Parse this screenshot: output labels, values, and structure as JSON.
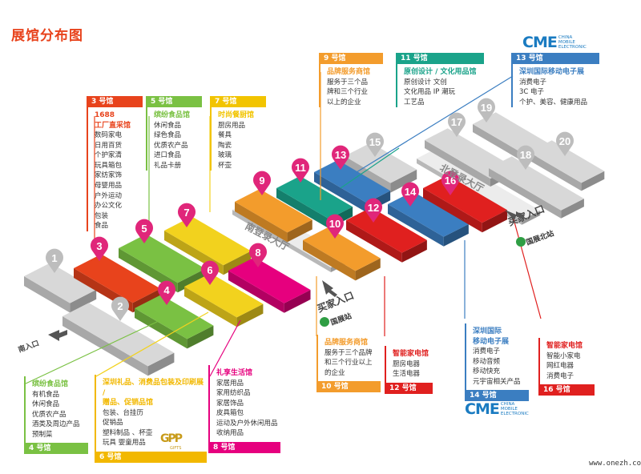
{
  "title": "展馆分布图",
  "watermark": "www.onezh.com",
  "logo_top": {
    "big": "CME",
    "small": [
      "CHINA",
      "MOBILE",
      "ELECTRONIC"
    ]
  },
  "logo_bottom": {
    "big": "CME",
    "small": [
      "CHINA",
      "MOBILE",
      "ELECTRONIC"
    ]
  },
  "logo_gift": {
    "letters": "GPP",
    "small": "GIFTS"
  },
  "colors": {
    "grey": "#d8d8d8",
    "red": "#e8431c",
    "green": "#7ac143",
    "yellow": "#f2d21e",
    "orange": "#f39c2c",
    "magenta": "#e6007e",
    "teal": "#1aa38a",
    "blue": "#3b7ec1",
    "crimson": "#e0201f",
    "pin": "#e0267a"
  },
  "entrances": {
    "south": "南入口",
    "central": "买家入口",
    "central_station": "国展站",
    "north": "买家入口",
    "north_station": "国展北站"
  },
  "halls_labels": {
    "south_hall": "南登录大厅",
    "north_hall": "北登录大厅"
  },
  "halls": [
    {
      "number": "1"
    },
    {
      "number": "2"
    },
    {
      "number": "3"
    },
    {
      "number": "4"
    },
    {
      "number": "5"
    },
    {
      "number": "6"
    },
    {
      "number": "7"
    },
    {
      "number": "8"
    },
    {
      "number": "9"
    },
    {
      "number": "10"
    },
    {
      "number": "11"
    },
    {
      "number": "12"
    },
    {
      "number": "13"
    },
    {
      "number": "14"
    },
    {
      "number": "15"
    },
    {
      "number": "16"
    },
    {
      "number": "17"
    },
    {
      "number": "18"
    },
    {
      "number": "19"
    },
    {
      "number": "20"
    }
  ],
  "cards": [
    {
      "id": "h3",
      "tag": "3 号馆",
      "color": "#e8431c",
      "title": [
        "1688",
        "工厂直采馆"
      ],
      "items": [
        "数码家电",
        "日用百货",
        "个护家清",
        "玩具箱包",
        "家纺家饰",
        "母婴用品",
        "户外运动",
        "办公文化",
        "包装",
        "食品"
      ]
    },
    {
      "id": "h5",
      "tag": "5 号馆",
      "color": "#7ac143",
      "title": [
        "缤纷食品馆"
      ],
      "items": [
        "休闲食品",
        "绿色食品",
        "优质农产品",
        "进口食品",
        "礼品卡册"
      ]
    },
    {
      "id": "h7",
      "tag": "7 号馆",
      "color": "#f2c400",
      "title": [
        "时尚餐厨馆"
      ],
      "items": [
        "厨房用品",
        "餐具",
        "陶瓷",
        "玻璃",
        "杯壶"
      ]
    },
    {
      "id": "h9",
      "tag": "9 号馆",
      "color": "#f39c2c",
      "title": [
        "品牌服务商馆"
      ],
      "items": [
        "服务于三个品",
        "牌和三个行业",
        "以上的企业"
      ]
    },
    {
      "id": "h11",
      "tag": "11 号馆",
      "color": "#1aa38a",
      "title": [
        "原创设计 / 文化用品馆"
      ],
      "items": [
        "原创设计  文创",
        "文化用品  IP 潮玩",
        "工艺品"
      ]
    },
    {
      "id": "h13",
      "tag": "13 号馆",
      "color": "#3b7ec1",
      "title": [
        "深圳国际移动电子展"
      ],
      "items": [
        "消费电子",
        "3C 电子",
        "个护、美容、健康用品"
      ]
    },
    {
      "id": "h4",
      "tag": "4 号馆",
      "color": "#7ac143",
      "title": [
        "缤纷食品馆"
      ],
      "items": [
        "有机食品",
        "休闲食品",
        "优质农产品",
        "酒类及周边产品",
        "预制菜"
      ]
    },
    {
      "id": "h6",
      "tag": "6 号馆",
      "color": "#f2b800",
      "title": [
        "深圳礼品、消费品包装及印刷展 /",
        "赠品、促销品馆"
      ],
      "items": [
        "包装、台挂历",
        "促销品",
        "塑料制品 、杯壶",
        "玩具  婴童用品"
      ]
    },
    {
      "id": "h8",
      "tag": "8 号馆",
      "color": "#e6007e",
      "title": [
        "礼享生活馆"
      ],
      "items": [
        "家居用品",
        "家用纺织品",
        "家居饰品",
        "皮具箱包",
        "运动及户外休闲用品",
        "收纳用品"
      ]
    },
    {
      "id": "h10",
      "tag": "10 号馆",
      "color": "#f39c2c",
      "title": [
        "品牌服务商馆"
      ],
      "items": [
        "服务于三个品牌",
        "和三个行业以上",
        "的企业"
      ]
    },
    {
      "id": "h12",
      "tag": "12 号馆",
      "color": "#e0201f",
      "title": [
        "智能家电馆"
      ],
      "items": [
        "厨房电器",
        "生活电器"
      ]
    },
    {
      "id": "h14",
      "tag": "14 号馆",
      "color": "#3b7ec1",
      "title": [
        "深圳国际",
        "移动电子展"
      ],
      "items": [
        "消费电子",
        "移动音频",
        "移动快充",
        "元宇宙相关产品"
      ]
    },
    {
      "id": "h16",
      "tag": "16 号馆",
      "color": "#e0201f",
      "title": [
        "智能家电馆"
      ],
      "items": [
        "智能小家电",
        "网红电器",
        "消费电子"
      ]
    }
  ]
}
